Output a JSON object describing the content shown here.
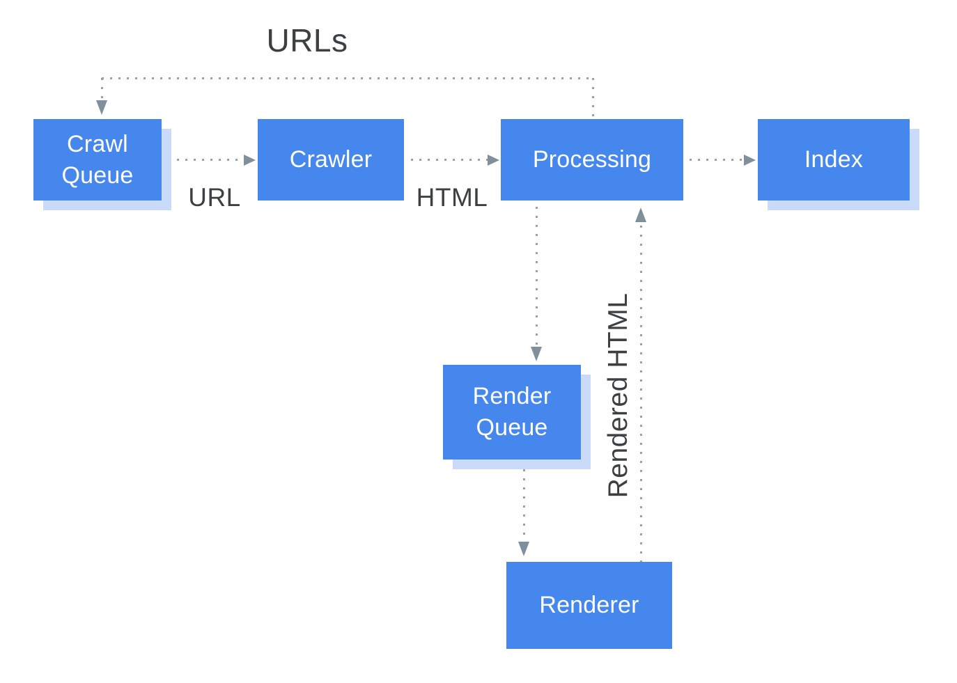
{
  "diagram": {
    "flow_labels": {
      "urls": "URLs",
      "url": "URL",
      "html": "HTML",
      "rendered_html": "Rendered HTML"
    },
    "nodes": [
      {
        "id": "crawl-queue",
        "label": "Crawl Queue"
      },
      {
        "id": "crawler",
        "label": "Crawler"
      },
      {
        "id": "processing",
        "label": "Processing"
      },
      {
        "id": "index",
        "label": "Index"
      },
      {
        "id": "render-queue",
        "label": "Render Queue"
      },
      {
        "id": "renderer",
        "label": "Renderer"
      }
    ],
    "colors": {
      "node_fill": "#4687ee",
      "node_text": "#ffffff",
      "node_shadow": "#c9dbf8",
      "dot": "#9aa0a6",
      "arrowhead": "#7f909c",
      "label_text": "#3c4043",
      "background": "#ffffff"
    }
  }
}
